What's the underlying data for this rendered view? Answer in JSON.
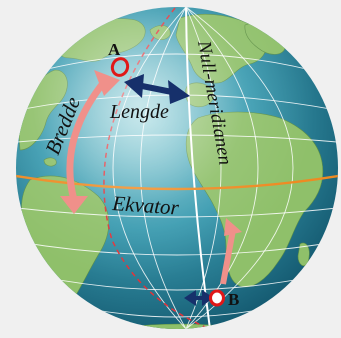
{
  "labels": {
    "point_a": "A",
    "point_b": "B",
    "latitude": "Bredde",
    "longitude": "Lengde",
    "prime_meridian": "Null-meridianen",
    "equator": "Ekvator"
  },
  "colors": {
    "background": "#f0f0f0",
    "ocean": "#2d8a9e",
    "land": "#8fc06a",
    "grid_lines": "#ffffff",
    "equator": "#ee8a22",
    "latitude_arrow": "#f0908a",
    "longitude_arrow": "#16306b",
    "marker": "#e01818",
    "local_meridian": "#e0333a"
  },
  "icons": {
    "marker_a": "circle-marker-icon",
    "marker_b": "circle-marker-icon",
    "latitude_arrow": "double-arrow-vertical-icon",
    "longitude_arrow": "double-arrow-horizontal-icon"
  }
}
